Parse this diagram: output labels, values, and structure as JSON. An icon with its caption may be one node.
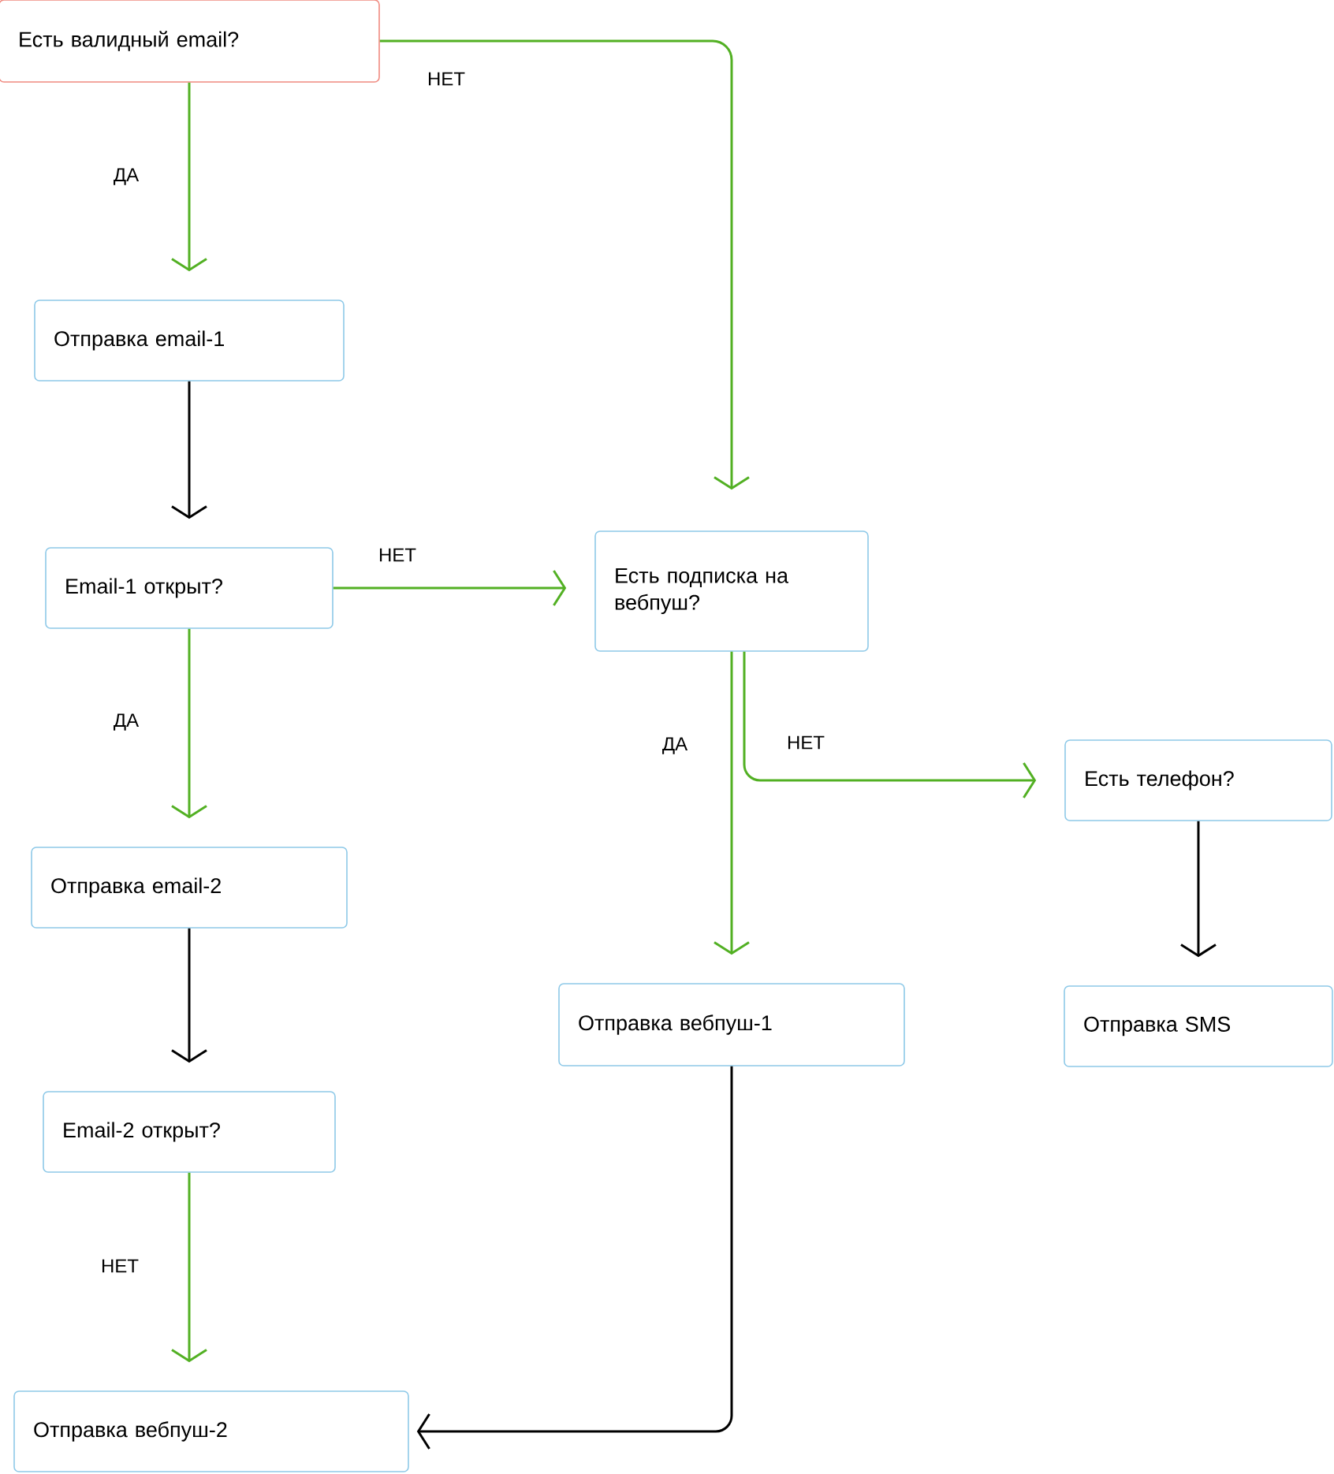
{
  "diagram": {
    "nodes": [
      {
        "text": [
          "Есть валидный email?"
        ]
      },
      {
        "text": [
          "Отправка email-1"
        ]
      },
      {
        "text": [
          "Email-1 открыт?"
        ]
      },
      {
        "text": [
          "Есть подписка на вебпуш?"
        ]
      },
      {
        "text": [
          "Отправка email-2"
        ]
      },
      {
        "text": [
          "Есть телефон?"
        ]
      },
      {
        "text": [
          "Email-2 открыт?"
        ]
      },
      {
        "text": [
          "Отправка вебпуш-1"
        ]
      },
      {
        "text": [
          "Отправка SMS"
        ]
      },
      {
        "text": [
          "Отправка вебпуш-2"
        ]
      }
    ],
    "edges": [
      {
        "from": 0,
        "to": 1,
        "arrow": "to",
        "label": "ДА"
      },
      {
        "from": 0,
        "to": 3,
        "arrow": "to",
        "label": "НЕТ"
      },
      {
        "from": 1,
        "to": 2,
        "arrow": "to",
        "color": "#000000"
      },
      {
        "from": 2,
        "to": 3,
        "arrow": "to",
        "label": "НЕТ"
      },
      {
        "from": 2,
        "to": 4,
        "arrow": "to",
        "label": "ДА"
      },
      {
        "from": 3,
        "to": 7,
        "arrow": "to",
        "label": "ДА"
      },
      {
        "from": 3,
        "to": 5,
        "arrow": "to",
        "label": "НЕТ"
      },
      {
        "from": 4,
        "to": 6,
        "arrow": "to",
        "color": "#000000"
      },
      {
        "from": 5,
        "to": 8,
        "arrow": "to",
        "color": "#000000"
      },
      {
        "from": 6,
        "to": 9,
        "arrow": "to",
        "label": "НЕТ"
      },
      {
        "from": 7,
        "to": 9,
        "arrow": "to",
        "color": "#000000"
      }
    ]
  }
}
